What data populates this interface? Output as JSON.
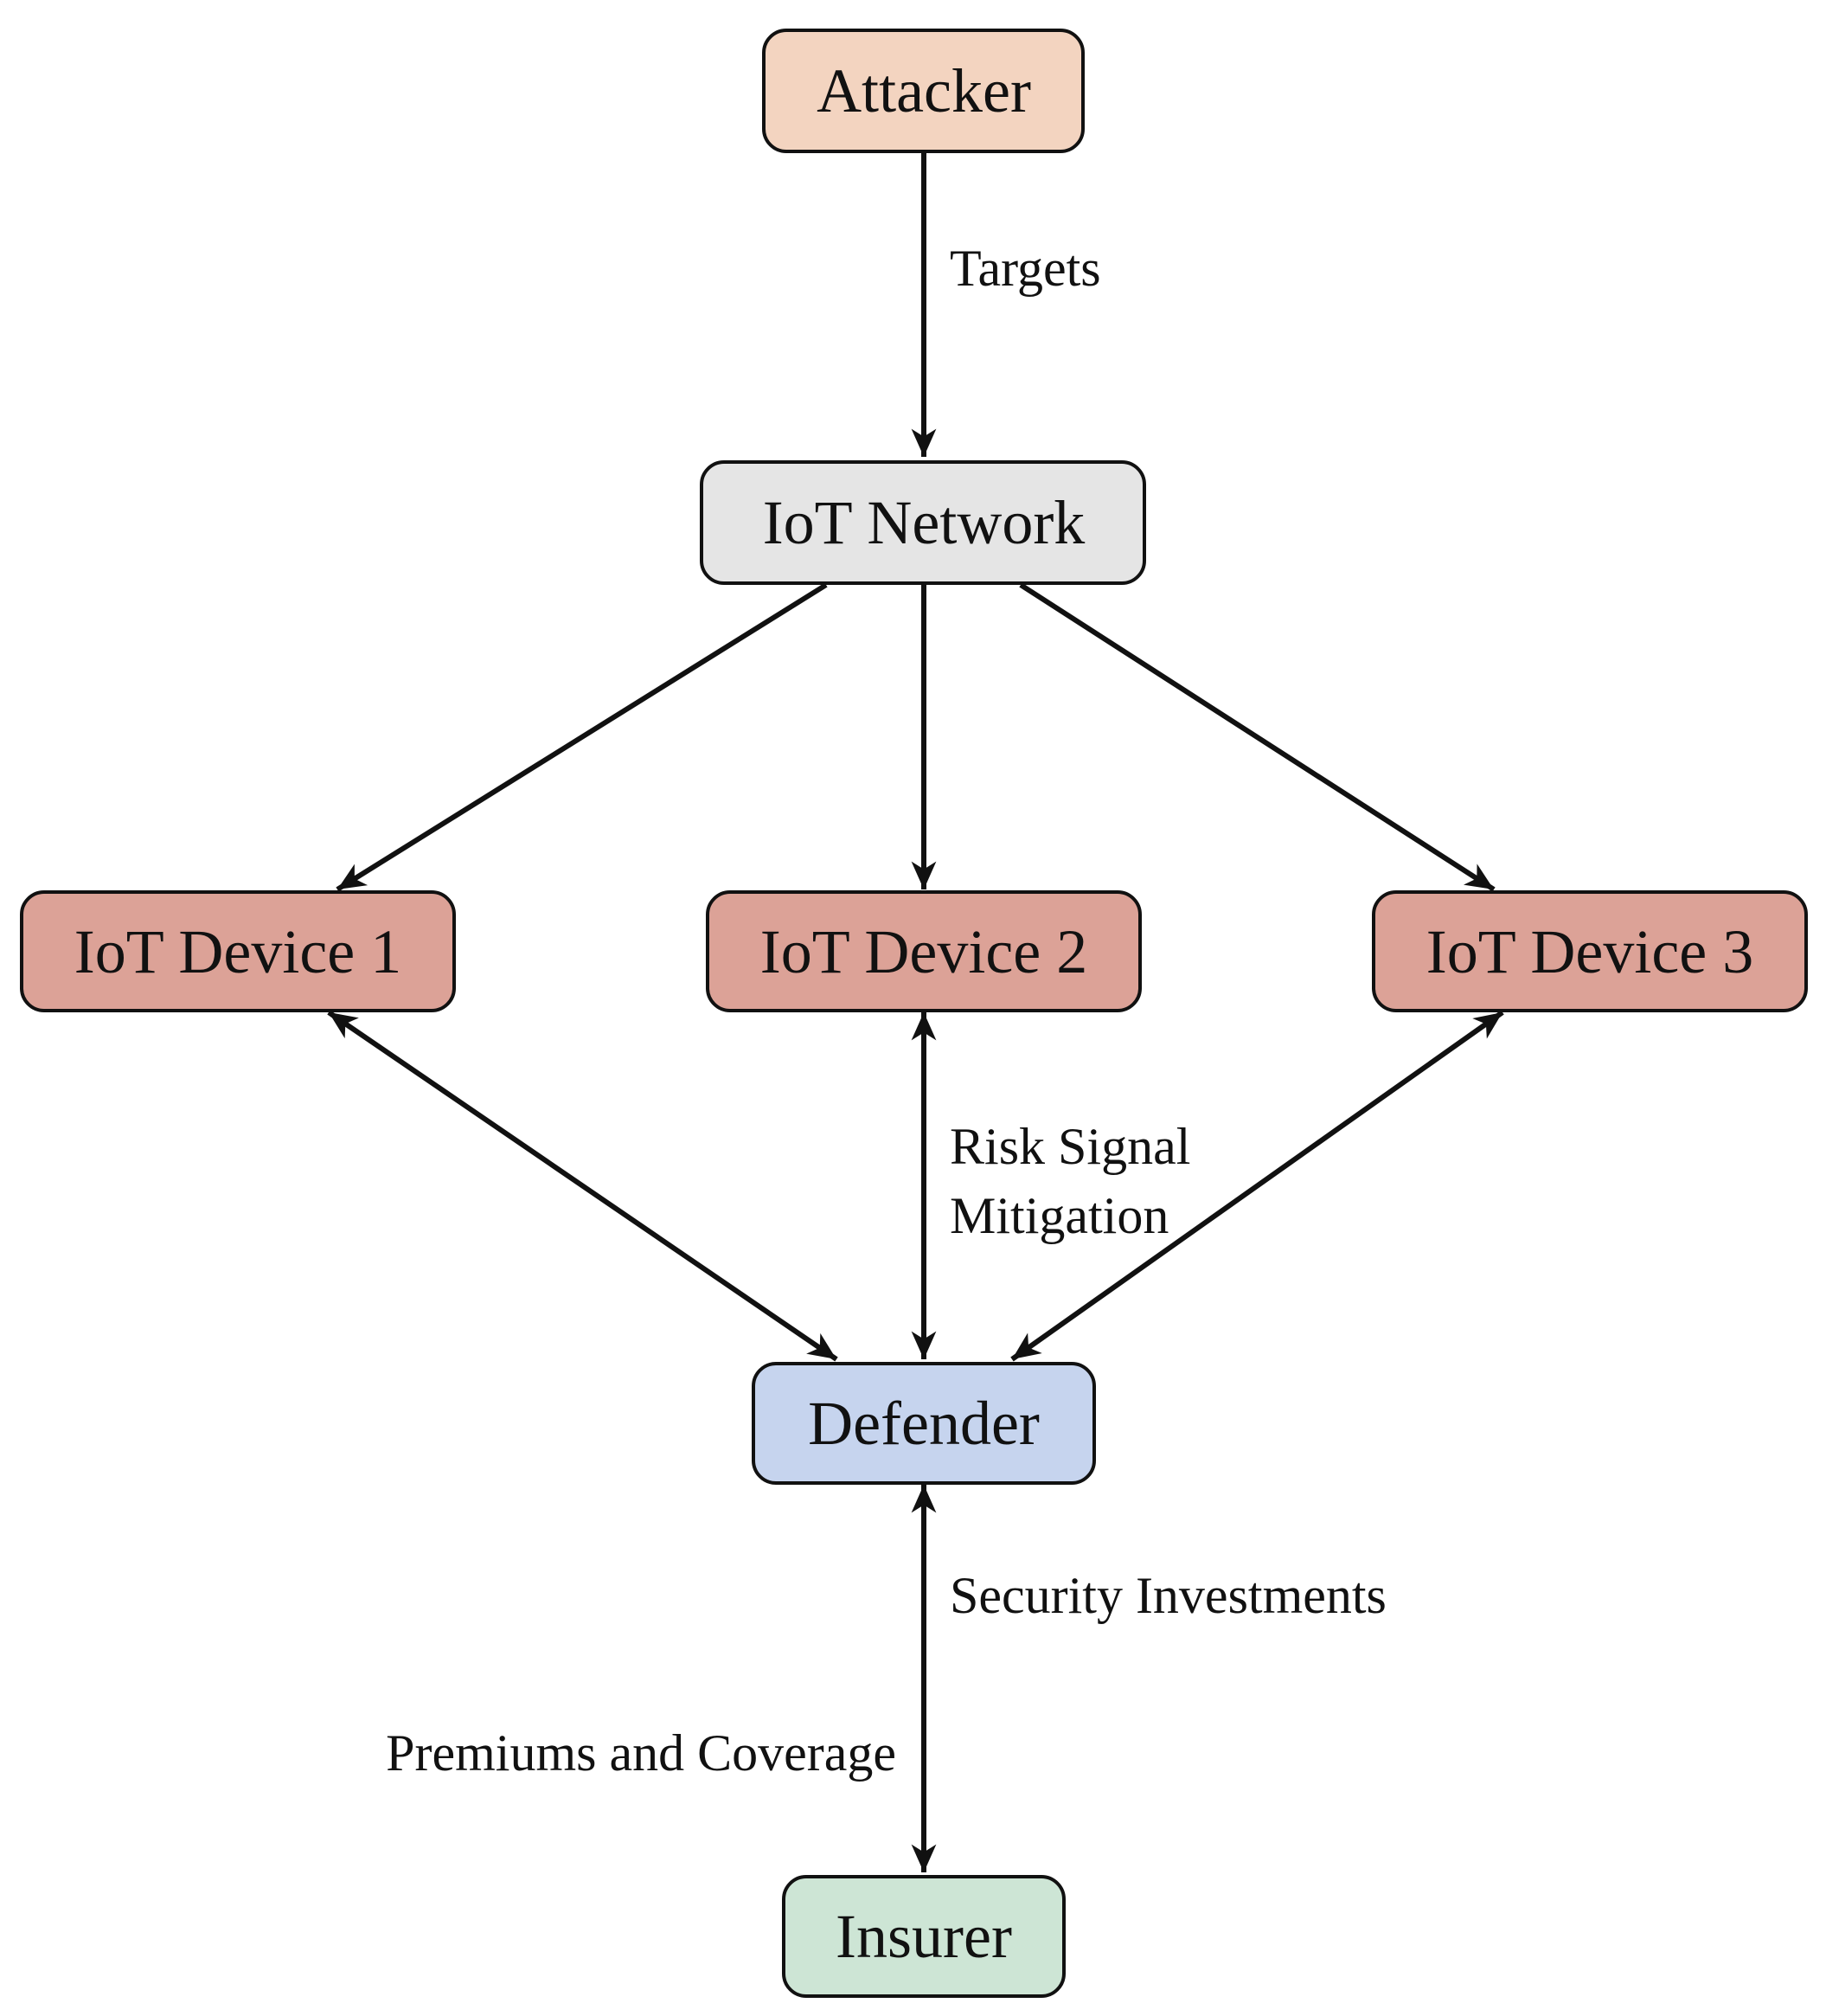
{
  "nodes": {
    "attacker": {
      "label": "Attacker",
      "fill": "#F3D4C0"
    },
    "network": {
      "label": "IoT Network",
      "fill": "#E5E5E5"
    },
    "device1": {
      "label": "IoT Device 1",
      "fill": "#DCA297"
    },
    "device2": {
      "label": "IoT Device 2",
      "fill": "#DCA297"
    },
    "device3": {
      "label": "IoT Device 3",
      "fill": "#DCA297"
    },
    "defender": {
      "label": "Defender",
      "fill": "#C6D4EE"
    },
    "insurer": {
      "label": "Insurer",
      "fill": "#CDE5D5"
    }
  },
  "edges": {
    "targets": "Targets",
    "risk_signal": "Risk Signal",
    "mitigation": "Mitigation",
    "security_investments": "Security Investments",
    "premiums_coverage": "Premiums and Coverage"
  }
}
